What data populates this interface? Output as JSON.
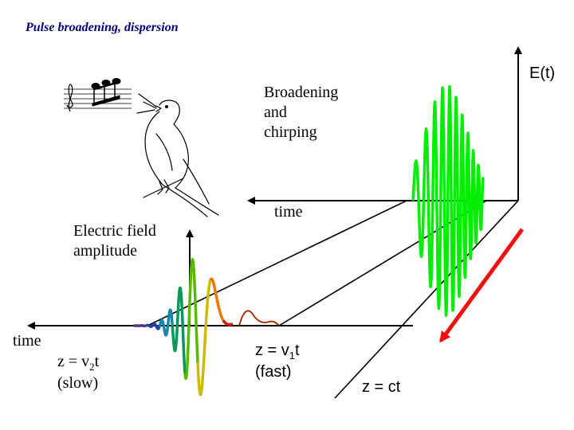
{
  "title": "Pulse broadening, dispersion",
  "labels": {
    "e_axis": "E(t)",
    "broadening_line1": "Broadening",
    "broadening_line2": "and",
    "broadening_line3": "chirping",
    "time_upper": "time",
    "electric_field_line1": "Electric field",
    "electric_field_line2": "amplitude",
    "time_left": "time",
    "z2_prefix": "z = v",
    "z2_sub": "2",
    "z2_suffix": "t",
    "slow": "(slow)",
    "z1_prefix": "z = v",
    "z1_sub": "1",
    "z1_suffix": "t",
    "fast": "(fast)",
    "zct": "z = ct"
  },
  "colors": {
    "green_pulse": "#00ee00",
    "red_arrow": "#ee1111",
    "title": "#000080",
    "rainbow": [
      "#cc2200",
      "#ee7700",
      "#ccbb00",
      "#55bb00",
      "#009955",
      "#1188aa",
      "#2244aa",
      "#553399"
    ]
  },
  "icons": {
    "bird": "singing-bird-illustration",
    "music": "music-notes-illustration"
  }
}
